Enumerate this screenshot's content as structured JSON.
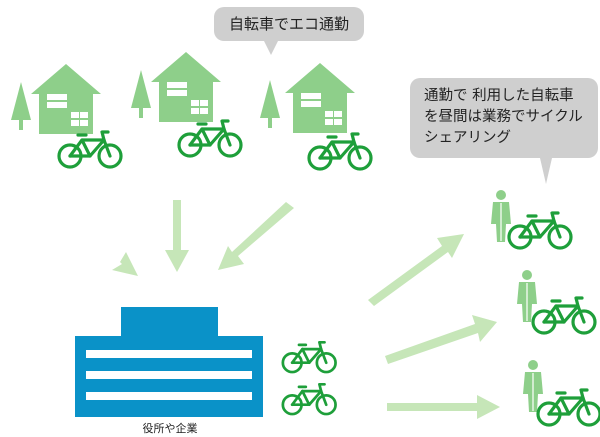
{
  "callouts": {
    "top": "自転車でエコ通勤",
    "right": [
      "通勤で 利用した自転車",
      "を昼間は業務でサイクル",
      "シェアリング"
    ]
  },
  "building": {
    "label": "役所や企業"
  },
  "colors": {
    "house": "#8ecf8a",
    "tree": "#8ecf8a",
    "bike": "#1e9f3a",
    "arrow": "#c6e6b8",
    "building": "#0a92c8",
    "person": "#8ecf8a",
    "bubble": "#cfcfcf"
  }
}
